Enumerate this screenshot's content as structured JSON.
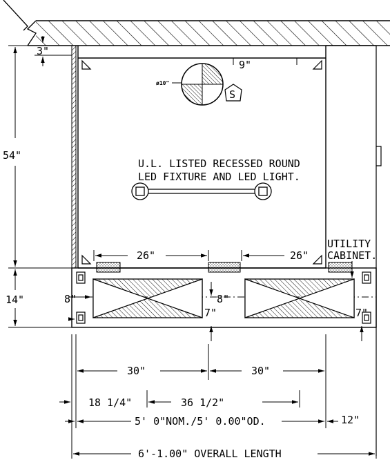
{
  "labels": {
    "top_clearance": "3\"",
    "bolt_offset": "9\"",
    "fan_diameter": "ø10\"",
    "s_marker": "S",
    "height_upper": "54\"",
    "height_lower": "14\"",
    "note_line1": "U.L. LISTED RECESSED ROUND",
    "note_line2": "LED FIXTURE AND LED LIGHT.",
    "utility_line1": "UTILITY",
    "utility_line2": "CABINET.",
    "width_left_26": "26\"",
    "width_right_26": "26\"",
    "inset_left_8": "8\"",
    "inset_center_8": "8\"",
    "inset_center_7": "7\"",
    "inset_right_7": "7\"",
    "section_left_30": "30\"",
    "section_right_30": "30\"",
    "offset_18": "18 1/4\"",
    "span_36": "36 1/2\"",
    "nominal_length": "5' 0\"NOM./5' 0.00\"OD.",
    "extension_12": "12\"",
    "overall_length": "6'-1.00\" OVERALL LENGTH"
  }
}
